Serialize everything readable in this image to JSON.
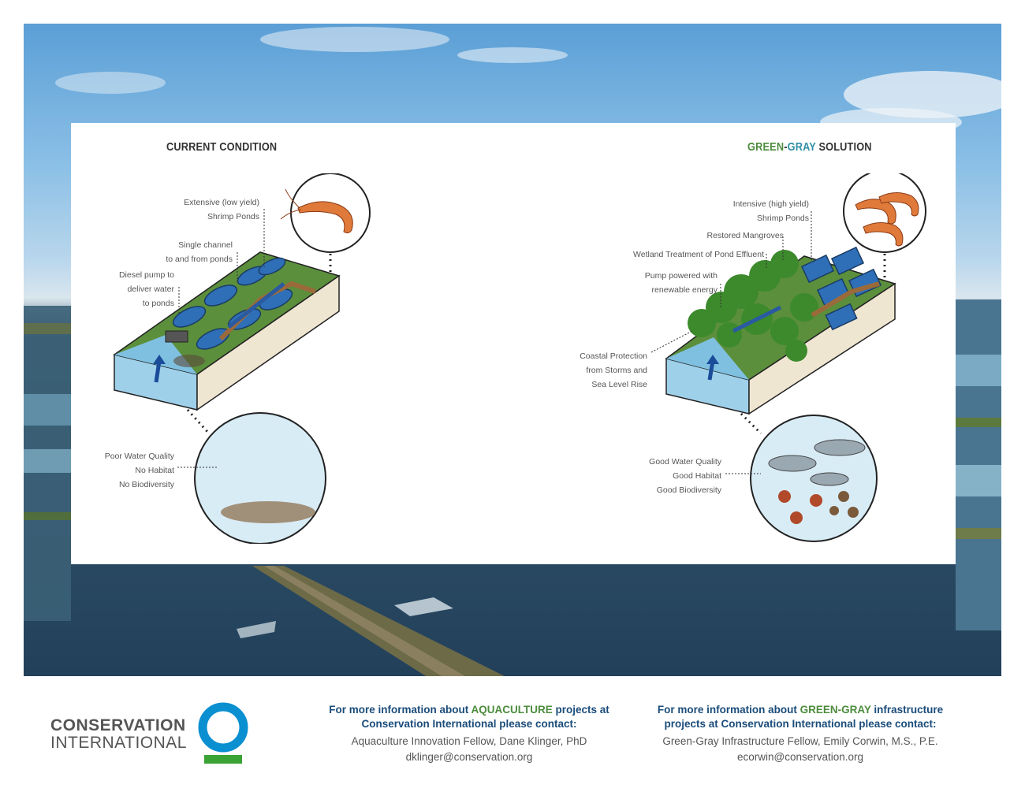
{
  "left_panel": {
    "heading": "CURRENT CONDITION",
    "labels": {
      "ponds": [
        "Extensive (low yield)",
        "Shrimp Ponds"
      ],
      "channel": [
        "Single channel",
        "to and from ponds"
      ],
      "pump": [
        "Diesel pump to",
        "deliver water",
        "to ponds"
      ],
      "water": [
        "Poor Water Quality",
        "No Habitat",
        "No Biodiversity"
      ]
    }
  },
  "right_panel": {
    "heading_green": "GREEN",
    "heading_dash": "-",
    "heading_gray": "GRAY",
    "heading_rest": " SOLUTION",
    "labels": {
      "ponds": [
        "Intensive (high yield)",
        "Shrimp Ponds"
      ],
      "mangroves": "Restored Mangroves",
      "wetland": "Wetland Treatment of Pond Effluent",
      "pump": [
        "Pump powered with",
        "renewable energy"
      ],
      "coastal": [
        "Coastal Protection",
        "from Storms and",
        "Sea Level Rise"
      ],
      "water": [
        "Good Water Quality",
        "Good Habitat",
        "Good Biodiversity"
      ]
    }
  },
  "logo": {
    "line1": "CONSERVATION",
    "line2": "INTERNATIONAL"
  },
  "contact_aquaculture": {
    "line1_pre": "For more information about ",
    "line1_highlight": "AQUACULTURE",
    "line1_post": " projects at",
    "line2": "Conservation International please contact:",
    "name": "Aquaculture Innovation Fellow, Dane Klinger, PhD",
    "email": "dklinger@conservation.org"
  },
  "contact_greengray": {
    "line1_pre": "For more information about ",
    "line1_highlight": "GREEN-GRAY",
    "line1_post": " infrastructure",
    "line2": "projects at Conservation International please contact:",
    "name": "Green-Gray Infrastructure Fellow, Emily Corwin, M.S., P.E.",
    "email": "ecorwin@conservation.org"
  },
  "colors": {
    "navy": "#1a4c7a",
    "green": "#4c8c3c",
    "teal": "#2f8fa6",
    "ci_blue": "#0a8fd0",
    "ci_green": "#3aa335"
  }
}
